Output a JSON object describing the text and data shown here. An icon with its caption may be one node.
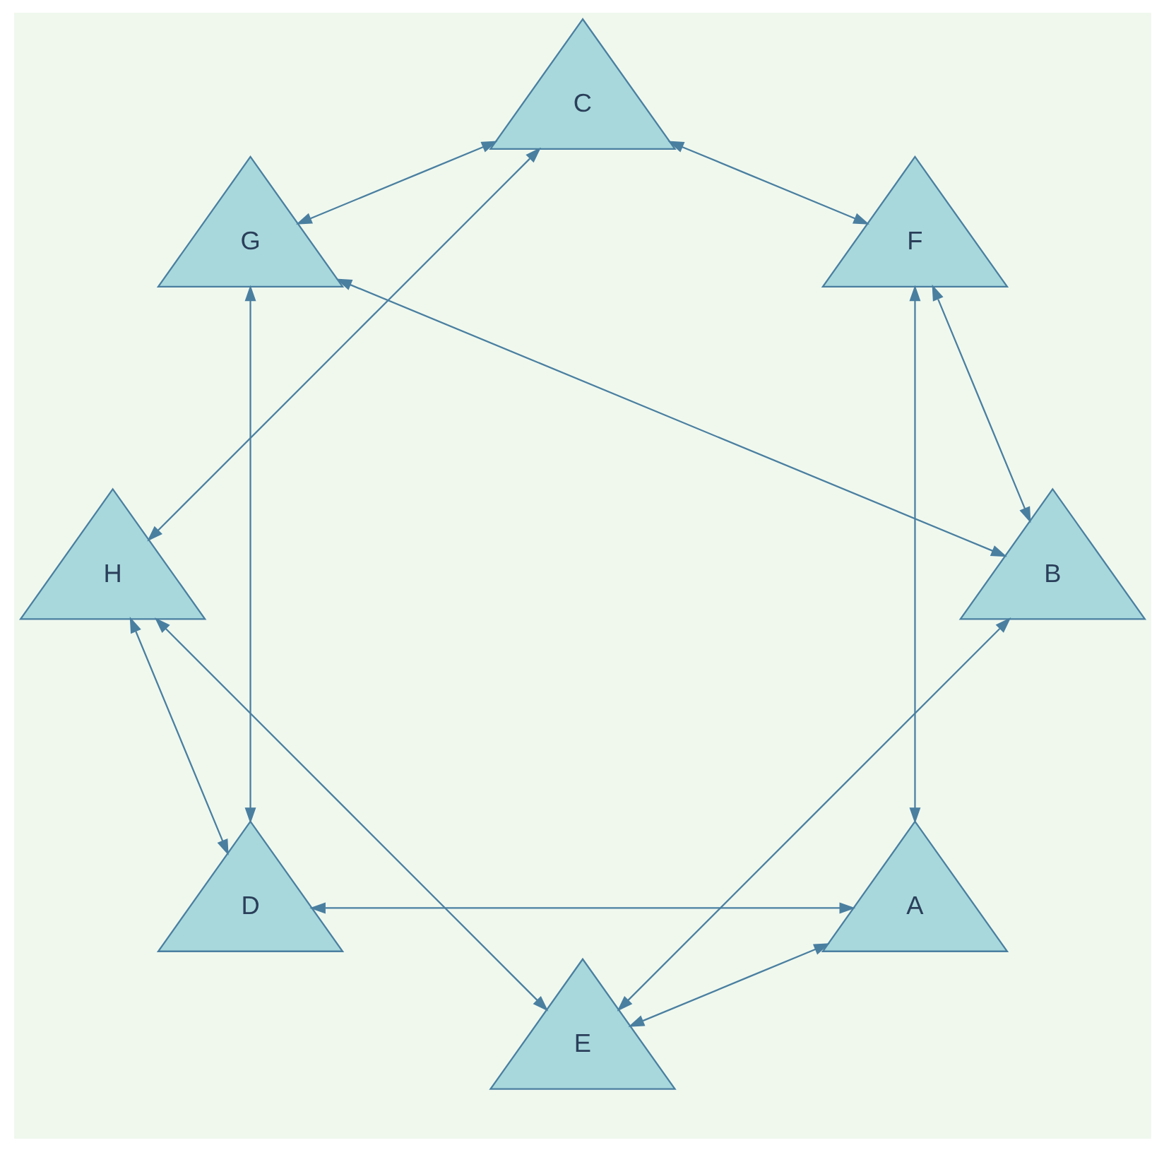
{
  "diagram": {
    "nodes": [
      {
        "text": [
          "A"
        ]
      },
      {
        "text": [
          "B"
        ]
      },
      {
        "text": [
          "C"
        ]
      },
      {
        "text": [
          "D"
        ]
      },
      {
        "text": [
          "E"
        ]
      },
      {
        "text": [
          "F"
        ]
      },
      {
        "text": [
          "G"
        ]
      },
      {
        "text": [
          "H"
        ]
      }
    ],
    "edges": [
      {
        "from": 0,
        "to": 3,
        "arrow": "both"
      },
      {
        "from": 0,
        "to": 4,
        "arrow": "both"
      },
      {
        "from": 0,
        "to": 5,
        "arrow": "both"
      },
      {
        "from": 1,
        "to": 4,
        "arrow": "both"
      },
      {
        "from": 1,
        "to": 5,
        "arrow": "both"
      },
      {
        "from": 1,
        "to": 6,
        "arrow": "both"
      },
      {
        "from": 2,
        "to": 5,
        "arrow": "both"
      },
      {
        "from": 2,
        "to": 6,
        "arrow": "both"
      },
      {
        "from": 2,
        "to": 7,
        "arrow": "both"
      },
      {
        "from": 3,
        "to": 6,
        "arrow": "both"
      },
      {
        "from": 3,
        "to": 7,
        "arrow": "both"
      },
      {
        "from": 4,
        "to": 7,
        "arrow": "both"
      }
    ]
  }
}
